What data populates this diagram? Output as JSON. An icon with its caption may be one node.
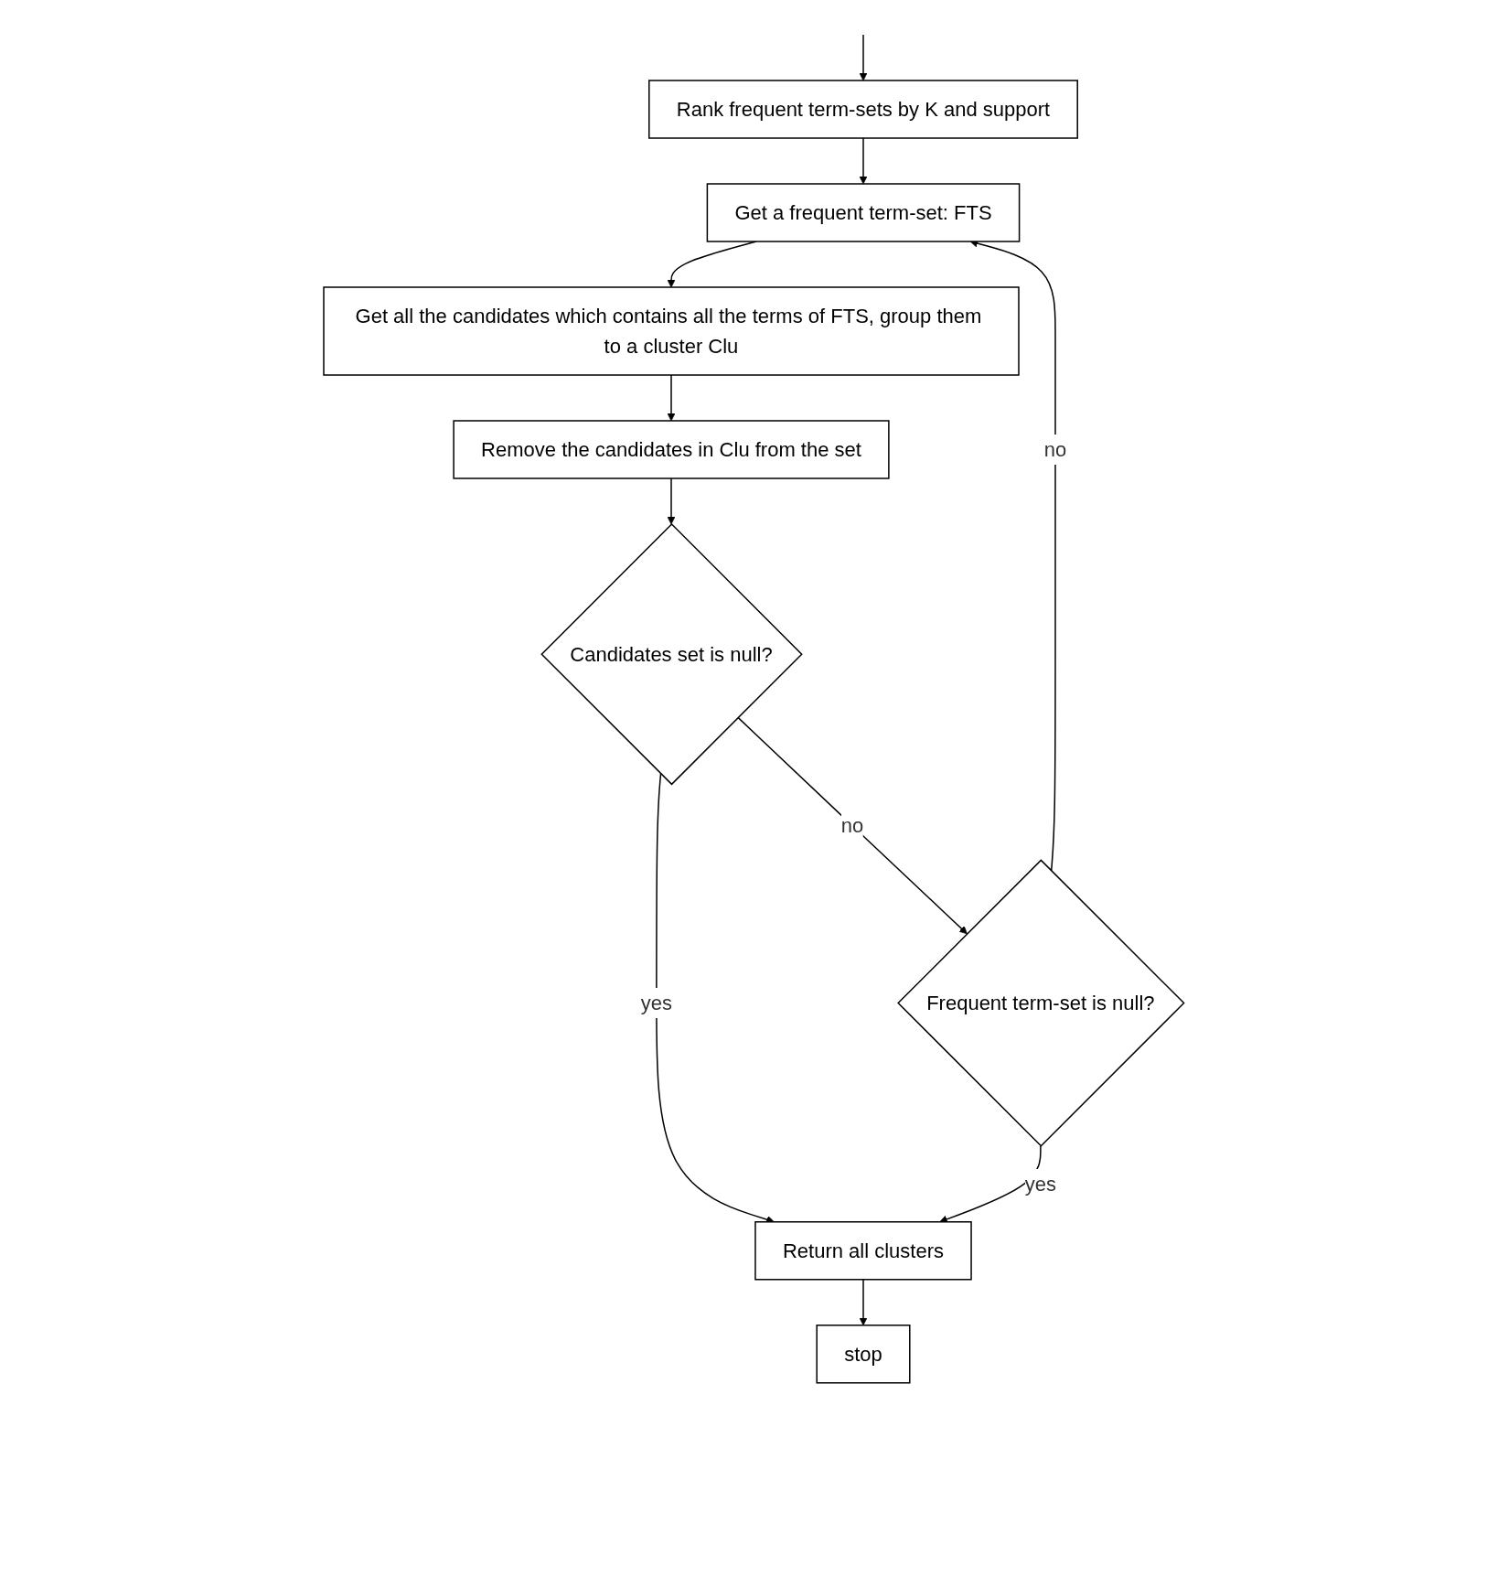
{
  "diagram": {
    "nodes": [
      {
        "text": [
          "Rank frequent term-sets by K and support"
        ]
      },
      {
        "text": [
          "Get a frequent term-set: FTS"
        ]
      },
      {
        "text": [
          "Get all the candidates which contains all the terms of FTS, group them to a cluster Clu"
        ]
      },
      {
        "text": [
          "Remove the candidates in Clu from the set"
        ]
      },
      {
        "text": [
          "Candidates set is null?"
        ]
      },
      {
        "text": [
          "Frequent term-set is null?"
        ]
      },
      {
        "text": [
          "Return all clusters"
        ]
      },
      {
        "text": [
          "stop"
        ]
      }
    ],
    "edges": [
      {
        "from": null,
        "to": 0,
        "arrow": "to"
      },
      {
        "from": 0,
        "to": 1,
        "arrow": "to"
      },
      {
        "from": 1,
        "to": 2,
        "arrow": "to"
      },
      {
        "from": 2,
        "to": 3,
        "arrow": "to"
      },
      {
        "from": 3,
        "to": 4,
        "arrow": "to"
      },
      {
        "from": 4,
        "to": 5,
        "arrow": "to",
        "label": "no"
      },
      {
        "from": 5,
        "to": 1,
        "arrow": "to",
        "label": "no"
      },
      {
        "from": 4,
        "to": 6,
        "arrow": "to",
        "label": "yes"
      },
      {
        "from": 5,
        "to": 6,
        "arrow": "to",
        "label": "yes"
      },
      {
        "from": 6,
        "to": 7,
        "arrow": "to"
      }
    ]
  }
}
